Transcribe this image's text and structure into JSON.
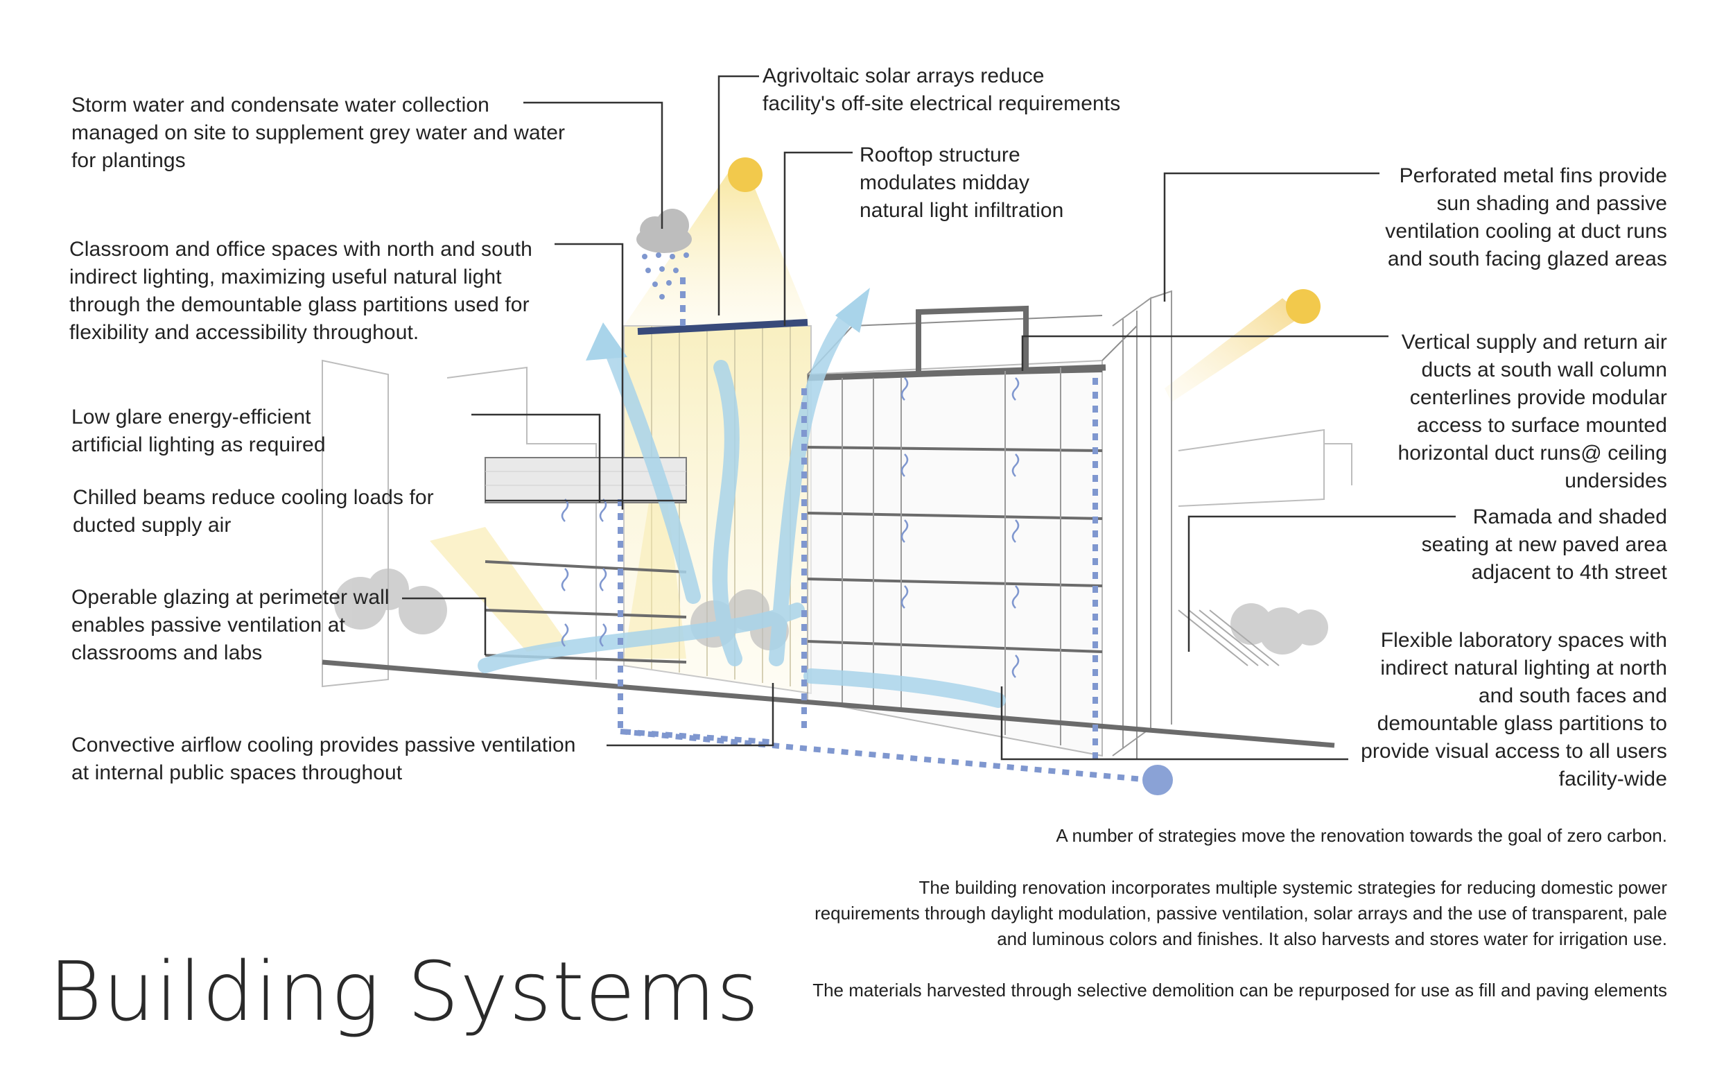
{
  "title": "Building Systems",
  "labels": {
    "storm_water": "Storm water and condensate water collection\nmanaged on site to supplement grey water and water\nfor plantings",
    "agrivoltaic": "Agrivoltaic solar arrays reduce\nfacility's off-site electrical requirements",
    "rooftop": "Rooftop structure\nmodulates midday\nnatural light infiltration",
    "perforated_fins": "Perforated metal fins provide\nsun shading and passive\nventilation cooling at duct runs\nand south facing glazed areas",
    "classroom": "Classroom and office spaces with north and south\nindirect lighting, maximizing useful natural light\nthrough the demountable glass partitions used for\nflexibility and accessibility throughout.",
    "vertical_ducts": "Vertical supply and return air\nducts at south wall column\ncenterlines provide modular\naccess to surface mounted\nhorizontal duct runs@ ceiling\nundersides",
    "low_glare": "Low glare energy-efficient\nartificial lighting as required",
    "chilled_beams": "Chilled beams reduce cooling loads for\nducted supply air",
    "ramada": "Ramada and shaded\nseating at new paved area\nadjacent to 4th street",
    "operable_glazing": "Operable glazing at perimeter wall\nenables passive ventilation at\nclassrooms and labs",
    "flexible_lab": "Flexible laboratory spaces with\nindirect natural lighting at north\nand south faces and\ndemountable glass partitions to\nprovide visual access to all users\nfacility-wide",
    "convective": "Convective airflow cooling provides passive ventilation\nat internal public spaces throughout"
  },
  "paragraphs": {
    "p1": "A number of strategies move the renovation towards the goal of zero carbon.",
    "p2": "The building renovation incorporates multiple systemic strategies for reducing domestic power\nrequirements through daylight modulation, passive ventilation, solar arrays and the use of transparent, pale\nand luminous colors and finishes. It also harvests and stores water for irrigation use.",
    "p3": "The materials harvested through selective demolition can be repurposed for use as fill and paving elements"
  },
  "colors": {
    "sun": "#f2c94c",
    "sun_rays": "#f7e7a1",
    "airflow": "#a9d4ea",
    "duct_dashed": "#7f97cf",
    "leader_line": "#333333",
    "cloud": "#bdbdbd",
    "structure": "#6b6b6b"
  }
}
